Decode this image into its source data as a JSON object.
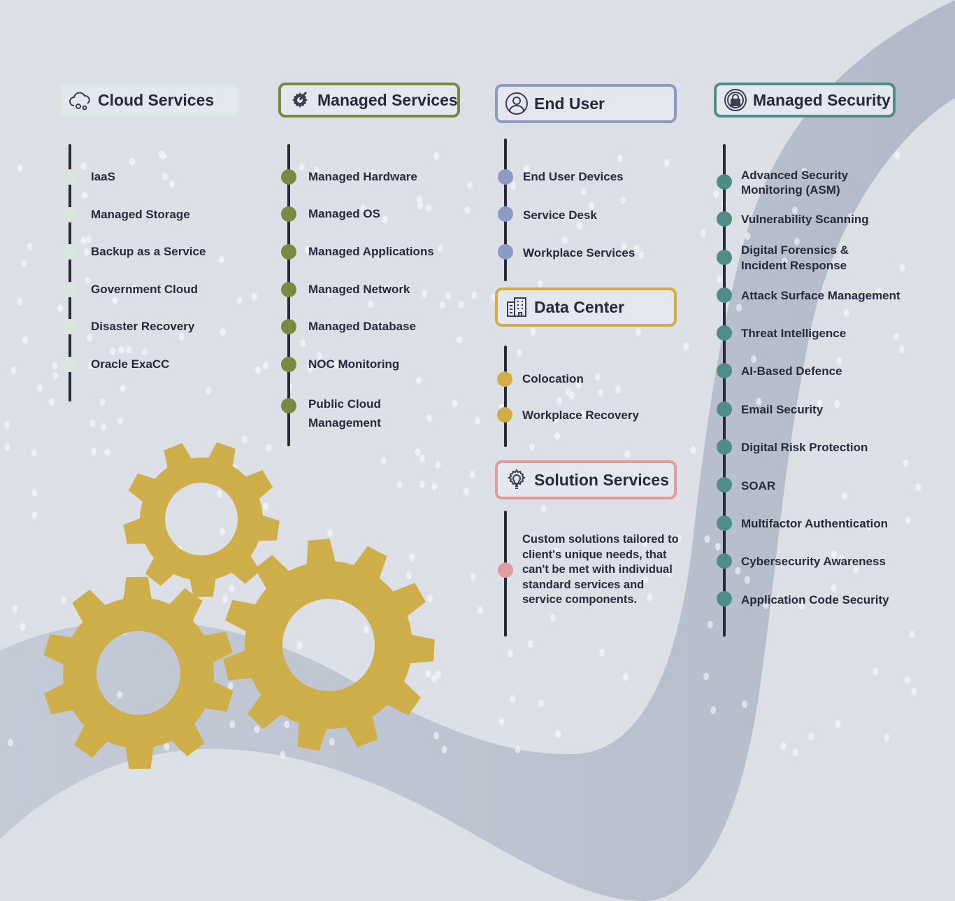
{
  "colors": {
    "background": "#dcdfe6",
    "cloud": "#d9e6de",
    "managed": "#7a8840",
    "end_user": "#8f9ac4",
    "data_center": "#d2ad44",
    "solution": "#e19a9e",
    "security": "#4e8c88",
    "gears": "#ceae49",
    "rail": "#262a3a"
  },
  "sections": {
    "cloud": {
      "title": "Cloud Services",
      "icon": "cloud-gears-icon",
      "items": [
        "IaaS",
        "Managed Storage",
        "Backup as a Service",
        "Government Cloud",
        "Disaster Recovery",
        "Oracle ExaCC"
      ]
    },
    "managed": {
      "title": "Managed Services",
      "icon": "gear-wrench-icon",
      "items": [
        "Managed Hardware",
        "Managed OS",
        "Managed Applications",
        "Managed Network",
        "Managed Database",
        "NOC Monitoring",
        "Public Cloud Management"
      ]
    },
    "end_user": {
      "title": "End User",
      "icon": "user-icon",
      "items": [
        "End User Devices",
        "Service Desk",
        "Workplace Services"
      ]
    },
    "data_center": {
      "title": "Data Center",
      "icon": "building-icon",
      "items": [
        "Colocation",
        "Workplace Recovery"
      ]
    },
    "solution": {
      "title": "Solution Services",
      "icon": "lightbulb-gear-icon",
      "description": "Custom solutions tailored to client's unique needs, that can't be met with individual standard services and service components."
    },
    "security": {
      "title": "Managed Security",
      "icon": "lock-icon",
      "items": [
        "Advanced Security Monitoring (ASM)",
        "Vulnerability Scanning",
        "Digital Forensics & Incident Response",
        "Attack Surface Management",
        "Threat Intelligence",
        "AI-Based Defence",
        "Email Security",
        "Digital Risk Protection",
        "SOAR",
        "Multifactor Authentication",
        "Cybersecurity Awareness",
        "Application Code Security"
      ]
    }
  },
  "decoration": {
    "icon": "gears-icon"
  }
}
